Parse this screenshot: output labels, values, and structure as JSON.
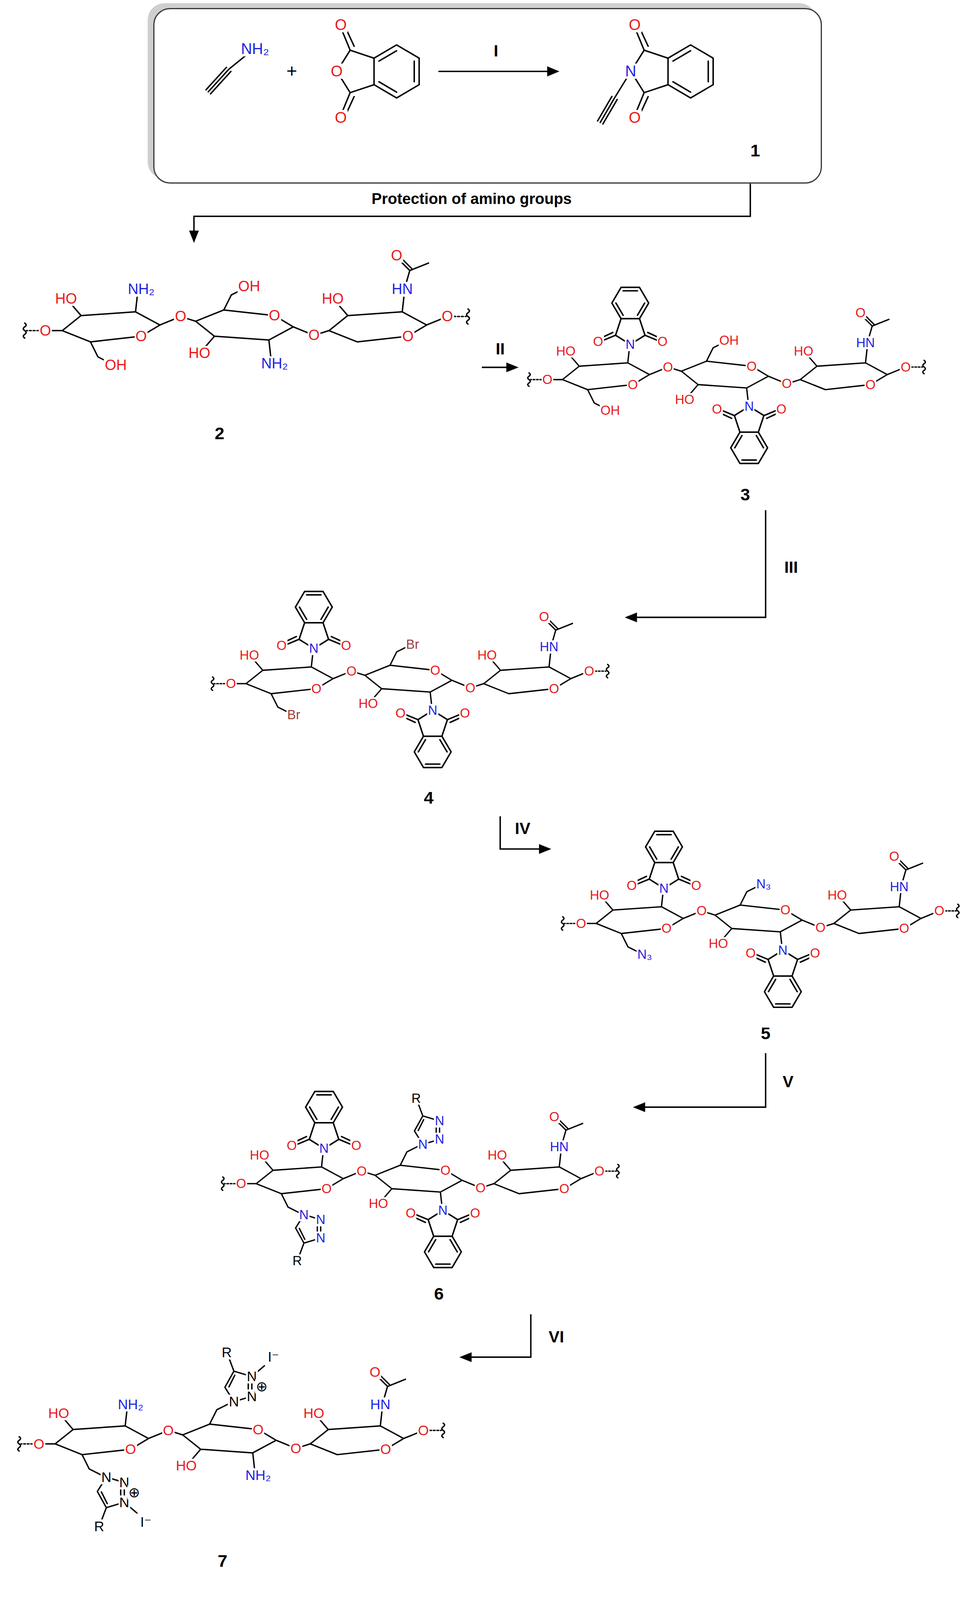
{
  "diagram": {
    "nodes": [
      {
        "text": [
          "NH₂",
          "+",
          "O",
          "O",
          "O",
          "I",
          "O",
          "N",
          "O",
          "1"
        ]
      },
      {
        "text": [
          "O",
          "HO",
          "NH₂",
          "O",
          "OH",
          "O",
          "OH",
          "O",
          "HO",
          "NH₂",
          "O",
          "O",
          "HO",
          "HN",
          "O",
          "O",
          "2"
        ]
      },
      {
        "text": [
          "O",
          "HO",
          "O",
          "N",
          "O",
          "O",
          "OH",
          "O",
          "OH",
          "O",
          "HO",
          "O",
          "N",
          "O",
          "O",
          "O",
          "HO",
          "HN",
          "O",
          "O",
          "3"
        ]
      },
      {
        "text": [
          "O",
          "HO",
          "O",
          "N",
          "O",
          "O",
          "Br",
          "O",
          "Br",
          "O",
          "HO",
          "O",
          "N",
          "O",
          "O",
          "O",
          "HO",
          "HN",
          "O",
          "O",
          "4"
        ]
      },
      {
        "text": [
          "O",
          "HO",
          "O",
          "N",
          "O",
          "O",
          "N₃",
          "O",
          "N₃",
          "O",
          "HO",
          "O",
          "N",
          "O",
          "O",
          "O",
          "HO",
          "HN",
          "O",
          "O",
          "5"
        ]
      },
      {
        "text": [
          "O",
          "HO",
          "O",
          "N",
          "O",
          "O",
          "N",
          "N",
          "N",
          "R",
          "O",
          "N",
          "N",
          "N",
          "R",
          "O",
          "HO",
          "O",
          "N",
          "O",
          "O",
          "O",
          "HO",
          "HN",
          "O",
          "O",
          "6"
        ]
      },
      {
        "text": [
          "O",
          "HO",
          "NH₂",
          "O",
          "N",
          "N",
          "N",
          "⊕",
          "R",
          "I⁻",
          "O",
          "N",
          "N",
          "N",
          "⊕",
          "R",
          "I⁻",
          "O",
          "HO",
          "NH₂",
          "O",
          "O",
          "HO",
          "HN",
          "O",
          "O",
          "7"
        ]
      }
    ],
    "edges": [
      {
        "from": 0,
        "to": 1,
        "arrow": "to",
        "label": "Protection of amino groups"
      },
      {
        "from": 1,
        "to": 2,
        "arrow": "to",
        "label": "II"
      },
      {
        "from": 2,
        "to": 3,
        "arrow": "to",
        "label": "III"
      },
      {
        "from": 3,
        "to": 4,
        "arrow": "to",
        "label": "IV"
      },
      {
        "from": 4,
        "to": 5,
        "arrow": "to",
        "label": "V"
      },
      {
        "from": 5,
        "to": 6,
        "arrow": "to",
        "label": "VI"
      }
    ]
  }
}
